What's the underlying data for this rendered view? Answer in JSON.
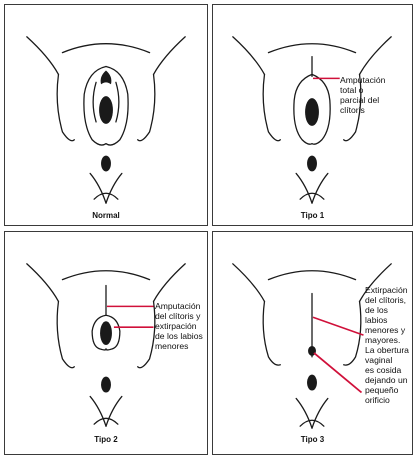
{
  "panels": [
    {
      "caption": "Normal",
      "note": ""
    },
    {
      "caption": "Tipo 1",
      "note": "Amputación\ntotal o\nparcial del\nclítoris"
    },
    {
      "caption": "Tipo 2",
      "note": "Amputación\ndel clítoris y\nextirpación\nde los labios\nmenores"
    },
    {
      "caption": "Tipo 3",
      "note": "Extirpación\ndel clítoris,\nde los\nlabios\nmenores y\nmayores.\nLa obertura\nvaginal\nes cosida\ndejando un\npequeño\norificio"
    }
  ],
  "colors": {
    "line": "#1a1a1a",
    "pointer": "#d0103a",
    "border": "#3a3a3a"
  }
}
